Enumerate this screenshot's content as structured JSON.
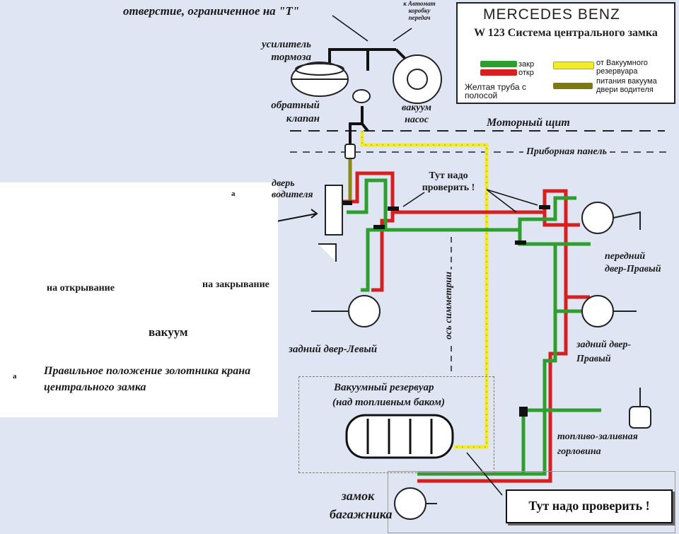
{
  "legend": {
    "brand": "MERCEDES BENZ",
    "title": "W 123 Система центрального замка",
    "closed": "закр",
    "open": "откр",
    "reservoir": "от Вакуумного резервуара",
    "driver_supply": "питания вакуума двери водителя",
    "yellow_stripe": "Желтая труба с полосой",
    "colors": {
      "closed": "#2e9e2e",
      "open": "#d62020",
      "reservoir": "#f2ea2a",
      "driver": "#7a7a10"
    }
  },
  "labels": {
    "restricted_hole": "отверстие, ограниченное на \"Т\"",
    "to_auto_gearbox": "к Автомат коробку передач",
    "brake_booster": "усилитель тормоза",
    "check_valve": "обратный клапан",
    "vacuum_pump": "вакуум насос",
    "firewall": "Моторный щит",
    "instrument_panel": "Приборная панель",
    "driver_door": "дверь водителя",
    "check_here": "Тут надо проверить !",
    "front_right_door": "передний двер-Правый",
    "rear_left_door": "задний двер-Левый",
    "rear_right_door": "задний двер-Правый",
    "symmetry_axis": "ось симметрии",
    "vacuum_reservoir": "Вакуумный резервуар",
    "reservoir_location": "(над топливным баком)",
    "fuel_filler": "топливо-заливная горловина",
    "trunk_lock": "замок багажника",
    "check_here_box": "Тут надо проверить !"
  },
  "inset": {
    "marker": "a",
    "on_opening": "на открывание",
    "on_closing": "на закрывание",
    "vacuum": "вакуум",
    "caption": "Правильное положение золотника крана центрального замка"
  }
}
